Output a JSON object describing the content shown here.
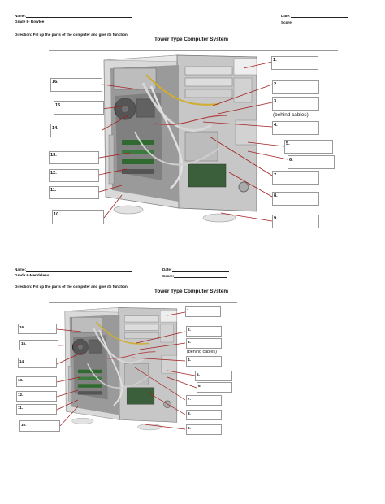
{
  "worksheets": [
    {
      "name_label": "Name:",
      "date_label": "Date:",
      "grade_line": "Grade 8- Rowtee",
      "score_label": "Score:",
      "direction": "Direction: Fill up the parts of the computer and give its function.",
      "title": "Tower Type Computer System",
      "left_numbers": [
        "16.",
        "15.",
        "14.",
        "13.",
        "12.",
        "11.",
        "10."
      ],
      "right_numbers": [
        "1.",
        "2.",
        "3.",
        "4.",
        "5.",
        "6.",
        "7.",
        "8.",
        "9."
      ],
      "behind_note": "(behind cables)"
    },
    {
      "name_label": "Name:",
      "date_label": "Date:",
      "grade_line": "Grade 9-Mendeleev",
      "score_label": "Score:",
      "direction": "Direction: Fill up the parts of the computer and give its function.",
      "title": "Tower Type Computer System",
      "left_numbers": [
        "16.",
        "15.",
        "14.",
        "13.",
        "12.",
        "11.",
        "10."
      ],
      "right_numbers": [
        "1.",
        "2.",
        "3.",
        "4.",
        "5.",
        "6.",
        "7.",
        "8.",
        "9."
      ],
      "behind_note": "(behind cables)"
    }
  ]
}
